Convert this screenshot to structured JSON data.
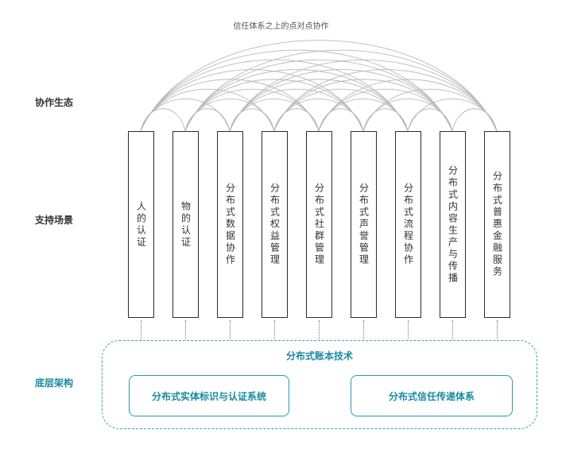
{
  "title": "信任体系之上的点对点协作",
  "layers": {
    "collaboration": "协作生态",
    "scenarios": "支持场景",
    "infrastructure": "底层架构"
  },
  "scenarios": [
    "人的认证",
    "物的认证",
    "分布式数据协作",
    "分布式权益管理",
    "分布式社群管理",
    "分布式声誉管理",
    "分布式流程协作",
    "分布式内容生产与传播",
    "分布式普惠金融服务"
  ],
  "infrastructure": {
    "title": "分布式账本技术",
    "left_box": "分布式实体标识与认证系统",
    "right_box": "分布式信任传递体系"
  }
}
